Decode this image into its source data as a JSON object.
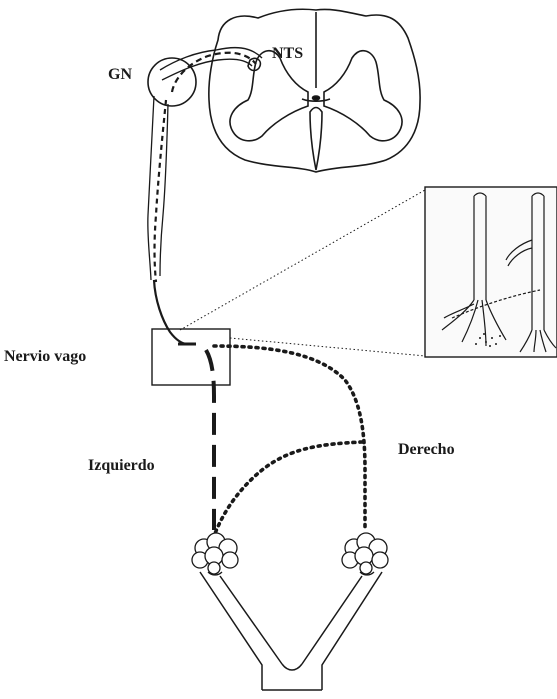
{
  "labels": {
    "gn": "GN",
    "nts": "NTS",
    "vagus_nerve": "Nervio vago",
    "left": "Izquierdo",
    "right": "Derecho"
  },
  "colors": {
    "background": "#ffffff",
    "ink": "#1a1a1a",
    "gray_matter": "#111111"
  }
}
